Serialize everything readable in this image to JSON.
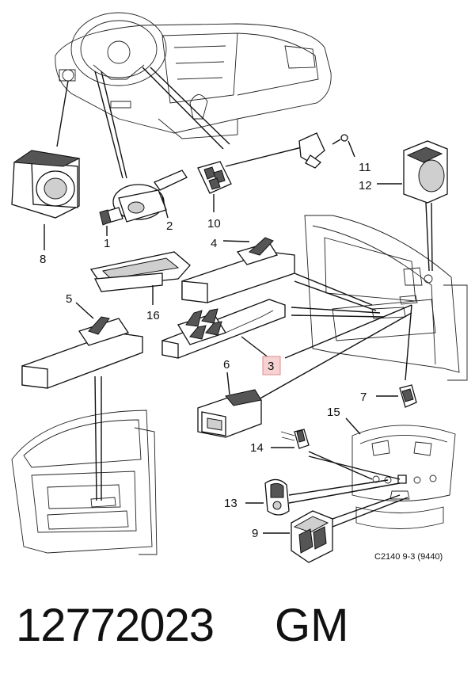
{
  "callouts": [
    {
      "id": "c1",
      "label": "1"
    },
    {
      "id": "c2",
      "label": "2"
    },
    {
      "id": "c3",
      "label": "3",
      "highlighted": true
    },
    {
      "id": "c4",
      "label": "4"
    },
    {
      "id": "c5",
      "label": "5"
    },
    {
      "id": "c6",
      "label": "6"
    },
    {
      "id": "c7",
      "label": "7"
    },
    {
      "id": "c8",
      "label": "8"
    },
    {
      "id": "c9",
      "label": "9"
    },
    {
      "id": "c10",
      "label": "10"
    },
    {
      "id": "c11",
      "label": "11"
    },
    {
      "id": "c12",
      "label": "12"
    },
    {
      "id": "c13",
      "label": "13"
    },
    {
      "id": "c14",
      "label": "14"
    },
    {
      "id": "c15",
      "label": "15"
    },
    {
      "id": "c16",
      "label": "16"
    }
  ],
  "reference": "C2140 9-3 (9440)",
  "part_number": "12772023",
  "manufacturer": "GM",
  "highlight_color": "#f6d2d2"
}
